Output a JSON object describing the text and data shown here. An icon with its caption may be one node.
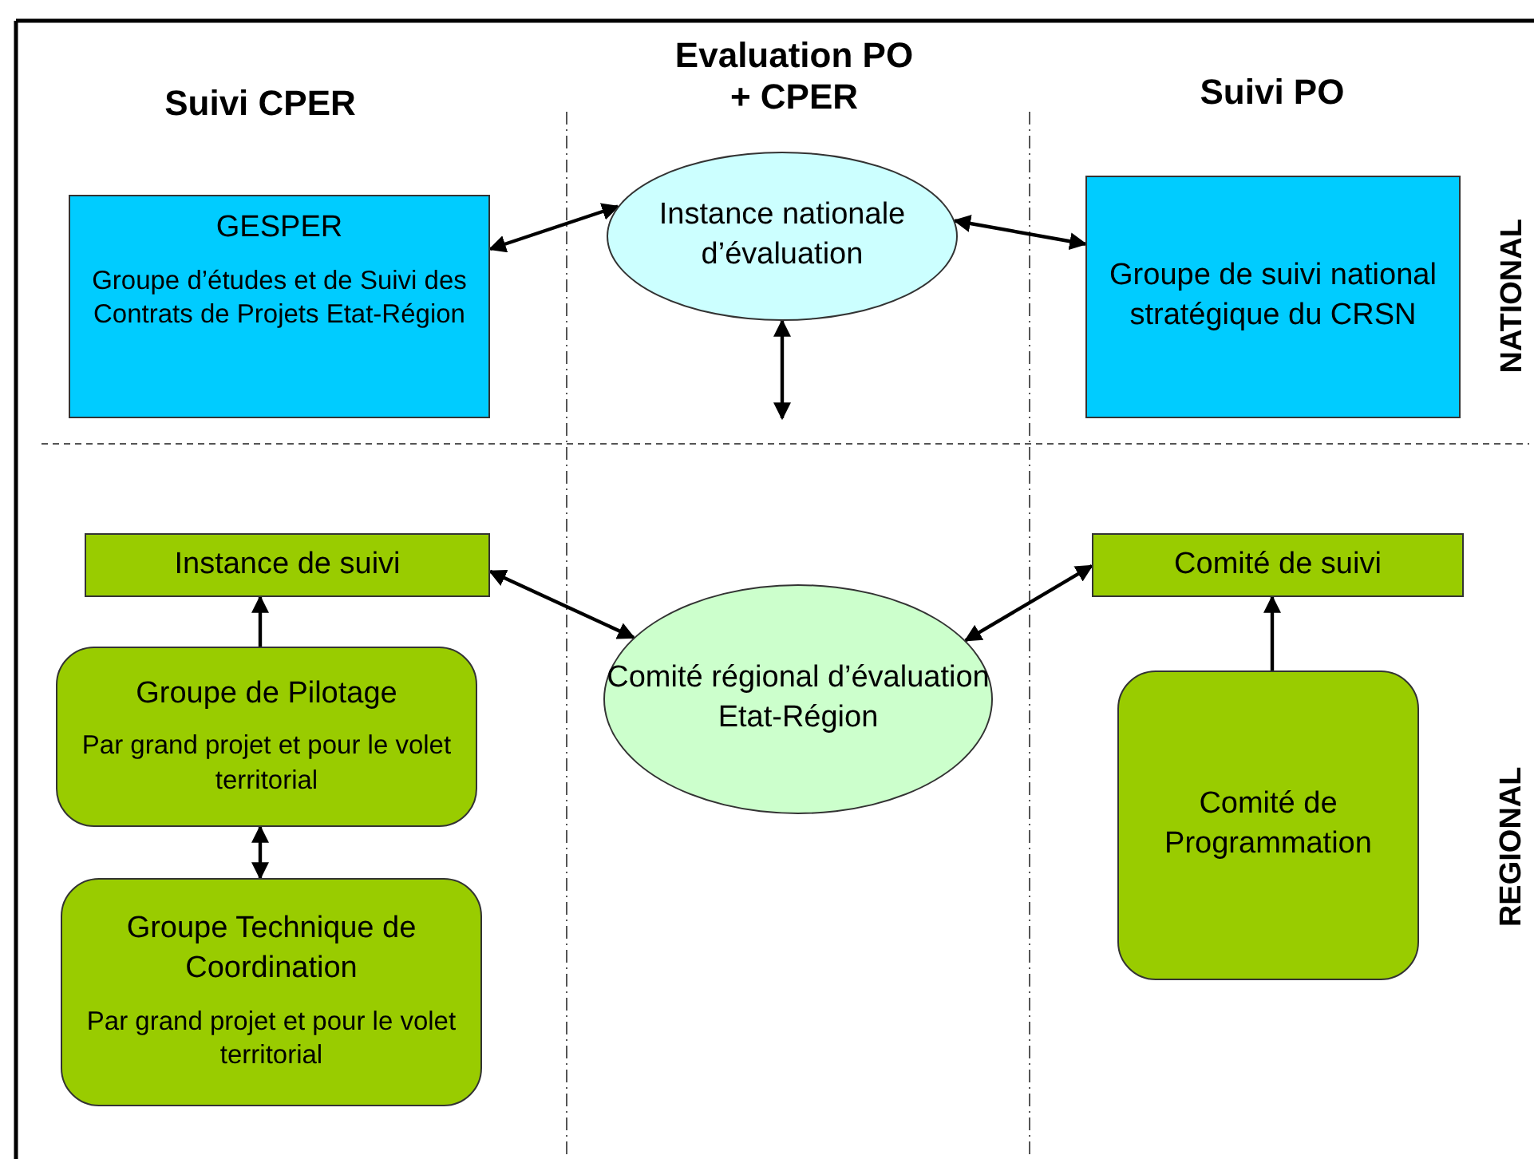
{
  "diagram": {
    "nodes": [
      {
        "text": [
          "GESPER",
          "Groupe d’études et de Suivi des Contrats de Projets Etat-Région"
        ]
      },
      {
        "text": [
          "Instance nationale d’évaluation"
        ]
      },
      {
        "text": [
          "Groupe de suivi national stratégique du CRSN"
        ]
      },
      {
        "text": [
          "Instance de suivi"
        ]
      },
      {
        "text": [
          "Groupe de Pilotage",
          "Par grand projet et pour le volet territorial"
        ]
      },
      {
        "text": [
          "Groupe Technique de Coordination",
          "Par grand projet et pour le volet territorial"
        ]
      },
      {
        "text": [
          "Comité régional d’évaluation Etat-Région"
        ]
      },
      {
        "text": [
          "Comité de suivi"
        ]
      },
      {
        "text": [
          "Comité de Programmation"
        ]
      }
    ],
    "edges": [
      {
        "from": 0,
        "to": 1,
        "arrow": "both"
      },
      {
        "from": 1,
        "to": 2,
        "arrow": "both"
      },
      {
        "from": 1,
        "to": null,
        "arrow": "both"
      },
      {
        "from": 3,
        "to": 6,
        "arrow": "both"
      },
      {
        "from": 6,
        "to": 7,
        "arrow": "both"
      },
      {
        "from": 4,
        "to": 3,
        "arrow": "to"
      },
      {
        "from": 4,
        "to": 5,
        "arrow": "both"
      },
      {
        "from": 8,
        "to": 7,
        "arrow": "to"
      }
    ],
    "labels": [
      "Suivi CPER",
      "Evaluation PO + CPER",
      "Suivi PO",
      "NATIONAL",
      "REGIONAL"
    ]
  }
}
